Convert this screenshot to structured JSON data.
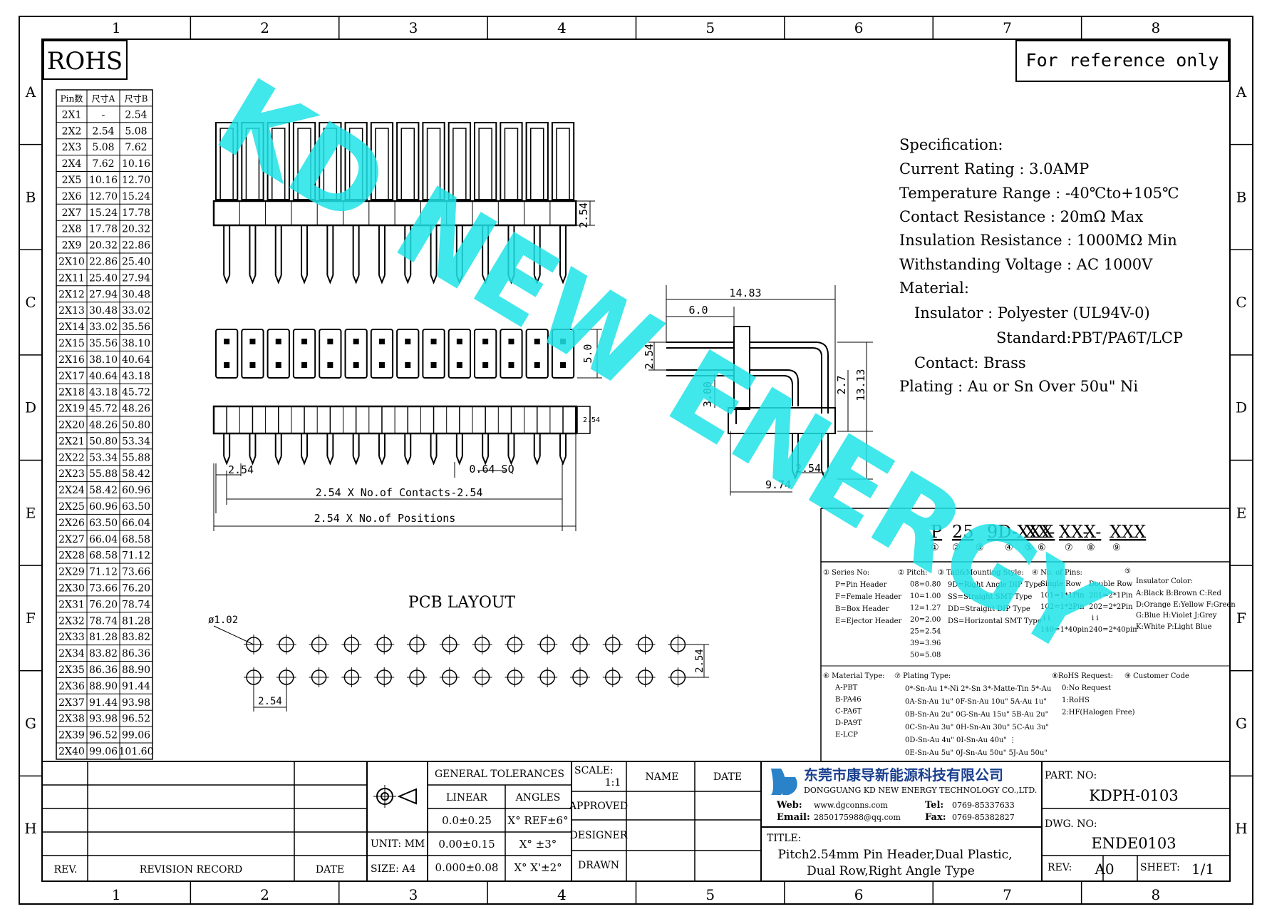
{
  "frame": {
    "columns": [
      "1",
      "2",
      "3",
      "4",
      "5",
      "6",
      "7",
      "8"
    ],
    "rows": [
      "A",
      "B",
      "C",
      "D",
      "E",
      "F",
      "G",
      "H"
    ]
  },
  "rohs": "ROHS",
  "reference_note": "For reference only",
  "watermark": "KD NEW ENERGY",
  "dim_table": {
    "headers": [
      "Pin数",
      "尺寸A",
      "尺寸B"
    ],
    "rows": [
      [
        "2X1",
        "-",
        "2.54"
      ],
      [
        "2X2",
        "2.54",
        "5.08"
      ],
      [
        "2X3",
        "5.08",
        "7.62"
      ],
      [
        "2X4",
        "7.62",
        "10.16"
      ],
      [
        "2X5",
        "10.16",
        "12.70"
      ],
      [
        "2X6",
        "12.70",
        "15.24"
      ],
      [
        "2X7",
        "15.24",
        "17.78"
      ],
      [
        "2X8",
        "17.78",
        "20.32"
      ],
      [
        "2X9",
        "20.32",
        "22.86"
      ],
      [
        "2X10",
        "22.86",
        "25.40"
      ],
      [
        "2X11",
        "25.40",
        "27.94"
      ],
      [
        "2X12",
        "27.94",
        "30.48"
      ],
      [
        "2X13",
        "30.48",
        "33.02"
      ],
      [
        "2X14",
        "33.02",
        "35.56"
      ],
      [
        "2X15",
        "35.56",
        "38.10"
      ],
      [
        "2X16",
        "38.10",
        "40.64"
      ],
      [
        "2X17",
        "40.64",
        "43.18"
      ],
      [
        "2X18",
        "43.18",
        "45.72"
      ],
      [
        "2X19",
        "45.72",
        "48.26"
      ],
      [
        "2X20",
        "48.26",
        "50.80"
      ],
      [
        "2X21",
        "50.80",
        "53.34"
      ],
      [
        "2X22",
        "53.34",
        "55.88"
      ],
      [
        "2X23",
        "55.88",
        "58.42"
      ],
      [
        "2X24",
        "58.42",
        "60.96"
      ],
      [
        "2X25",
        "60.96",
        "63.50"
      ],
      [
        "2X26",
        "63.50",
        "66.04"
      ],
      [
        "2X27",
        "66.04",
        "68.58"
      ],
      [
        "2X28",
        "68.58",
        "71.12"
      ],
      [
        "2X29",
        "71.12",
        "73.66"
      ],
      [
        "2X30",
        "73.66",
        "76.20"
      ],
      [
        "2X31",
        "76.20",
        "78.74"
      ],
      [
        "2X32",
        "78.74",
        "81.28"
      ],
      [
        "2X33",
        "81.28",
        "83.82"
      ],
      [
        "2X34",
        "83.82",
        "86.36"
      ],
      [
        "2X35",
        "86.36",
        "88.90"
      ],
      [
        "2X36",
        "88.90",
        "91.44"
      ],
      [
        "2X37",
        "91.44",
        "93.98"
      ],
      [
        "2X38",
        "93.98",
        "96.52"
      ],
      [
        "2X39",
        "96.52",
        "99.06"
      ],
      [
        "2X40",
        "99.06",
        "101.60"
      ]
    ]
  },
  "dims": {
    "top_pitch": "2.54",
    "body_height": "5.0",
    "pitch_bottom": "2.54",
    "sq": "0.64 SQ",
    "contacts": "2.54 X No.of Contacts-2.54",
    "positions": "2.54 X No.of Positions",
    "side_total": "14.83",
    "side_6": "6.0",
    "side_pitch": "2.54",
    "side_300": "3.00",
    "side_27": "2.7",
    "side_1313": "13.13",
    "side_974": "9.74",
    "side_pitch2": "2.54",
    "small_mark": "2.54"
  },
  "spec": {
    "lines": [
      "Specification:",
      "Current Rating : 3.0AMP",
      "Temperature Range : -40℃to+105℃",
      "Contact Resistance : 20mΩ Max",
      "Insulation Resistance : 1000MΩ Min",
      "Withstanding Voltage : AC 1000V",
      "Material:",
      "Insulator : Polyester (UL94V-0)",
      "Standard:PBT/PA6T/LCP",
      "Contact: Brass",
      "Plating : Au or Sn Over 50u\" Ni"
    ]
  },
  "pcb": {
    "title": "PCB LAYOUT",
    "hole_dia": "ø1.02",
    "pitch_x": "2.54",
    "pitch_y": "2.54"
  },
  "part_code": {
    "segments": [
      "P",
      "25",
      "9D-XXX",
      "X",
      "X-",
      "XX-",
      "X-",
      "XXX"
    ],
    "markers": [
      "①",
      "②",
      "③",
      "④",
      "⑤",
      "⑥",
      "⑦",
      "⑧",
      "⑨"
    ]
  },
  "legend": {
    "series": [
      "① Series No:",
      "P=Pin Header",
      "F=Female Header",
      "B=Box Header",
      "E=Ejector Header"
    ],
    "pitch": [
      "② Pitch:",
      "08=0.80",
      "10=1.00",
      "12=1.27",
      "20=2.00",
      "25=2.54",
      "39=3.96",
      "50=5.08"
    ],
    "tail": [
      "③ Tail&Mounting Style:",
      "9D=Right Angle DIP Type",
      "SS=Straight SMT Type",
      "DD=Straight DIP Type",
      "DS=Horizontal SMT Type"
    ],
    "pins": [
      "④ No. of Pins:",
      "Single Row",
      "Double Row",
      "101=1*1Pin",
      "201=2*1Pin",
      "102=1*2Pin",
      "202=2*2Pin",
      "i  i",
      "i  i",
      "140=1*40pin",
      "240=2*40pin"
    ],
    "color": [
      "⑤",
      "Insulator Color:",
      "A:Black B:Brown C:Red",
      "D:Orange E:Yellow F:Green",
      "G:Blue H:Violet J:Grey",
      "K:White P:Light Blue"
    ],
    "material": [
      "⑥ Material Type:",
      "A-PBT",
      "B-PA46",
      "C-PA6T",
      "D-PA9T",
      "E-LCP"
    ],
    "plating": [
      "⑦ Plating Type:",
      "0*-Sn-Au 1*-Ni 2*-Sn 3*-Matte-Tin 5*-Au",
      "0A-Sn-Au 1u\" 0F-Sn-Au 10u\" 5A-Au 1u\"",
      "0B-Sn-Au 2u\" 0G-Sn-Au 15u\" 5B-Au 2u\"",
      "0C-Sn-Au 3u\" 0H-Sn-Au 30u\" 5C-Au 3u\"",
      "0D-Sn-Au 4u\" 0I-Sn-Au 40u\"  ⋮",
      "0E-Sn-Au 5u\" 0J-Sn-Au 50u\" 5J-Au 50u\""
    ],
    "rohs": [
      "⑧RoHS Request:",
      "0:No Request",
      "1:RoHS",
      "2:HF(Halogen Free)"
    ],
    "customer": [
      "⑨ Customer Code"
    ]
  },
  "title_block": {
    "gen_tol": "GENERAL TOLERANCES",
    "linear": "LINEAR",
    "angles": "ANGLES",
    "tol_rows": [
      [
        "0.0±0.25",
        "X° REF±6°"
      ],
      [
        "0.00±0.15",
        "X° ±3°"
      ],
      [
        "0.000±0.08",
        "X° X'±2°"
      ]
    ],
    "unit": "UNIT: MM",
    "size": "SIZE: A4",
    "scale_label": "SCALE:",
    "scale": "1:1",
    "name": "NAME",
    "date": "DATE",
    "approved": "APPROVED",
    "designer": "DESIGNER",
    "drawn": "DRAWN",
    "rev": "REV.",
    "revision_record": "REVISION RECORD",
    "rev_date": "DATE",
    "company_cn": "东莞市康导新能源科技有限公司",
    "company_en": "DONGGUANG KD NEW ENERGY TECHNOLOGY CO.,LTD.",
    "web_label": "Web:",
    "web": "www.dgconns.com",
    "email_label": "Email:",
    "email": "2850175988@qq.com",
    "tel_label": "Tel:",
    "tel": "0769-85337633",
    "fax_label": "Fax:",
    "fax": "0769-85382827",
    "title_label": "TITLE:",
    "title_line1": "Pitch2.54mm Pin Header,Dual Plastic,",
    "title_line2": "Dual Row,Right Angle Type",
    "part_label": "PART. NO:",
    "part_no": "KDPH-0103",
    "dwg_label": "DWG. NO:",
    "dwg_no": "ENDE0103",
    "rev_label": "REV:",
    "rev_val": "A0",
    "sheet_label": "SHEET:",
    "sheet_val": "1/1"
  }
}
